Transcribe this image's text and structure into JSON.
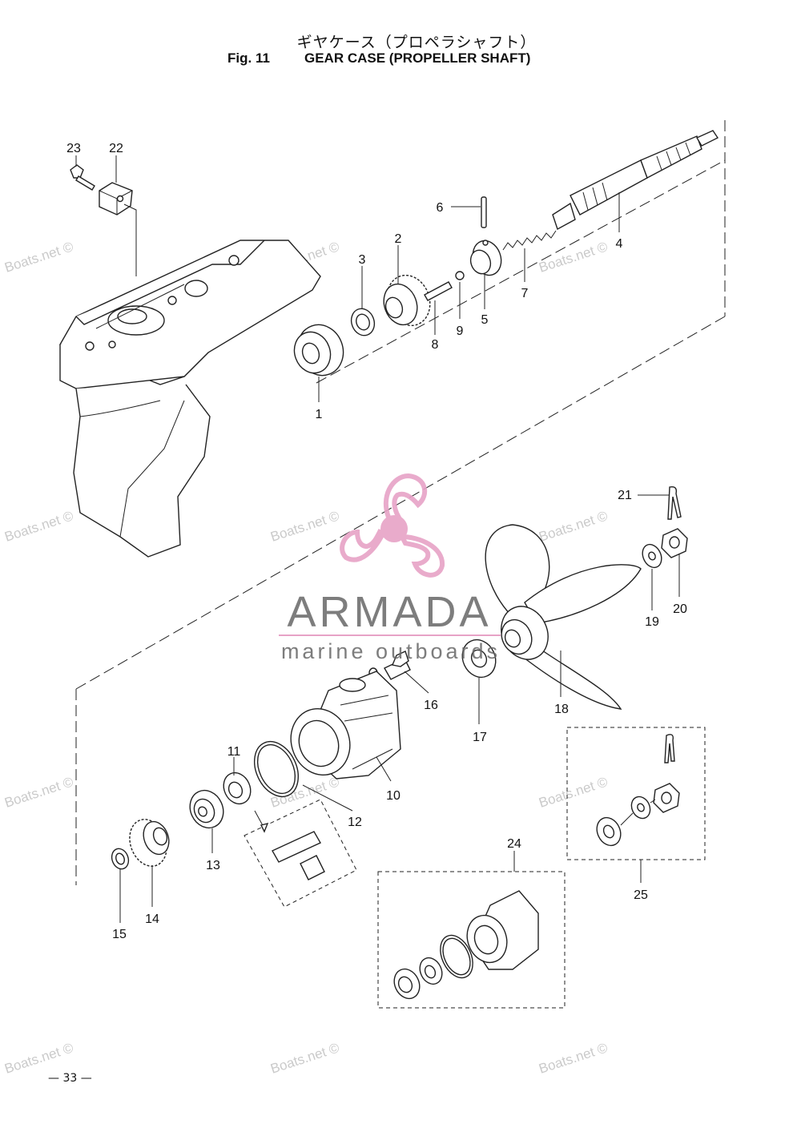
{
  "header": {
    "title_jp": "ギヤケース（プロペラシャフト）",
    "fig_label": "Fig. 11",
    "fig_title": "GEAR CASE (PROPELLER SHAFT)"
  },
  "page_number": "— 33 —",
  "watermark": {
    "text": "Boats.net ©",
    "color": "#b9b9b9"
  },
  "logo": {
    "brand": "ARMADA",
    "tagline": "marine outboards",
    "brand_color": "#666666",
    "accent_color": "#e7a2c6",
    "icon": "propeller-icon"
  },
  "callouts": [
    "1",
    "2",
    "3",
    "4",
    "5",
    "6",
    "7",
    "8",
    "9",
    "10",
    "11",
    "12",
    "13",
    "14",
    "15",
    "16",
    "17",
    "18",
    "19",
    "20",
    "21",
    "22",
    "23",
    "24",
    "25"
  ],
  "colors": {
    "line": "#222222",
    "background": "#ffffff"
  }
}
